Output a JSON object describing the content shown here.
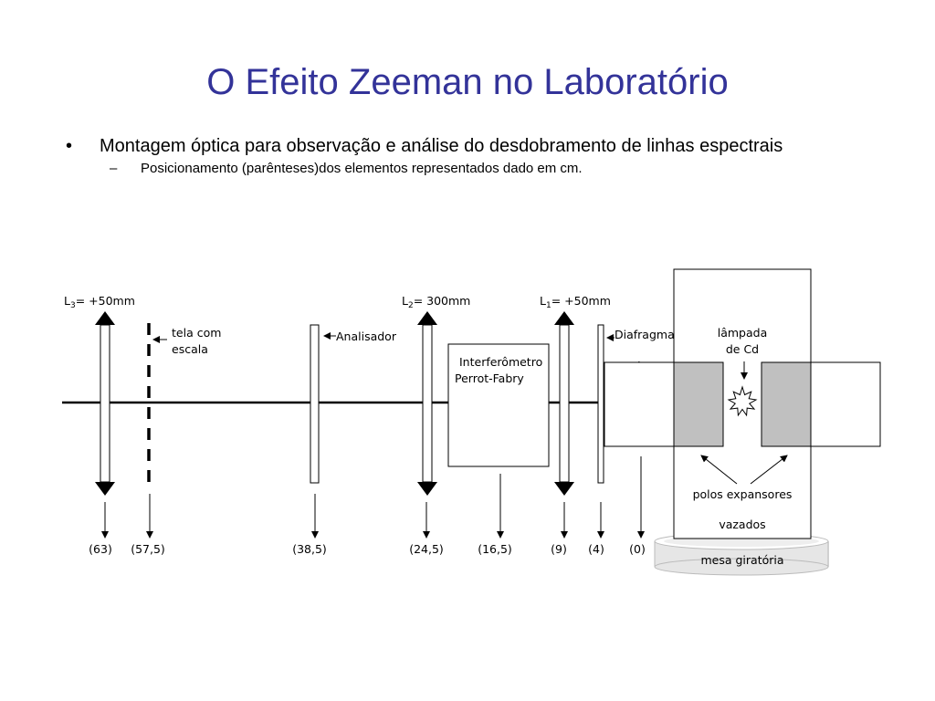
{
  "slide": {
    "title": "O Efeito Zeeman no Laboratório",
    "bullet_mark": "•",
    "bullet": "Montagem óptica para observação e análise do desdobramento de linhas espectrais",
    "sub_mark": "–",
    "sub_bullet": "Posicionamento (parênteses)dos elementos representados dado em cm."
  },
  "diagram": {
    "lens3": {
      "symbol": "L",
      "sub": "3",
      "value": "= +50mm"
    },
    "lens2": {
      "symbol": "L",
      "sub": "2",
      "value": "= 300mm"
    },
    "lens1": {
      "symbol": "L",
      "sub": "1",
      "value": "= +50mm"
    },
    "screen": {
      "line1": "tela com",
      "line2": "escala"
    },
    "analyzer": "Analisador",
    "interferometer": {
      "line1": "Interferômetro",
      "line2": "Perrot-Fabry"
    },
    "diaphragm": {
      "line1": "Diafragma",
      "line2": "em íris"
    },
    "lamp": {
      "line1": "lâmpada",
      "line2": "de Cd"
    },
    "poles": {
      "line1": "polos expansores",
      "line2": "vazados"
    },
    "table": "mesa giratória",
    "positions": [
      "(63)",
      "(57,5)",
      "(38,5)",
      "(24,5)",
      "(16,5)",
      "(9)",
      "(4)",
      "(0)"
    ],
    "colors": {
      "pole_fill": "#c0c0c0",
      "table_fill": "#e6e6e6",
      "title_color": "#333399"
    }
  }
}
